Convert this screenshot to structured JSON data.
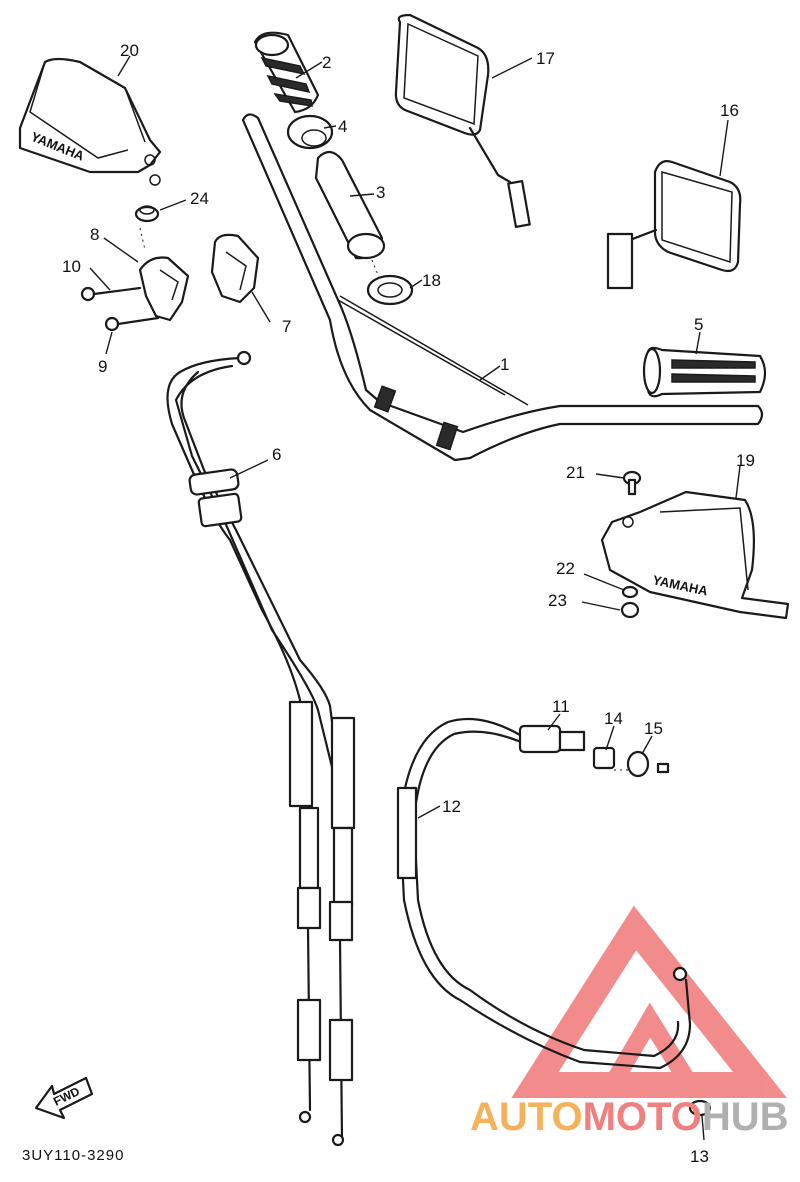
{
  "diagram_code": "3UY110-3290",
  "fwd_label": "FWD",
  "guard_brand": "YAMAHA",
  "watermark": {
    "part1": "AUTO",
    "part2": "MOTO",
    "part3": "HUB",
    "color1": "#f5b25a",
    "color2": "#f08080",
    "color3": "#b0b0b0",
    "logo_color": "#f07070"
  },
  "labels": [
    "1",
    "2",
    "3",
    "4",
    "5",
    "6",
    "7",
    "8",
    "9",
    "10",
    "11",
    "12",
    "13",
    "14",
    "15",
    "16",
    "17",
    "18",
    "19",
    "20",
    "21",
    "22",
    "23",
    "24"
  ]
}
